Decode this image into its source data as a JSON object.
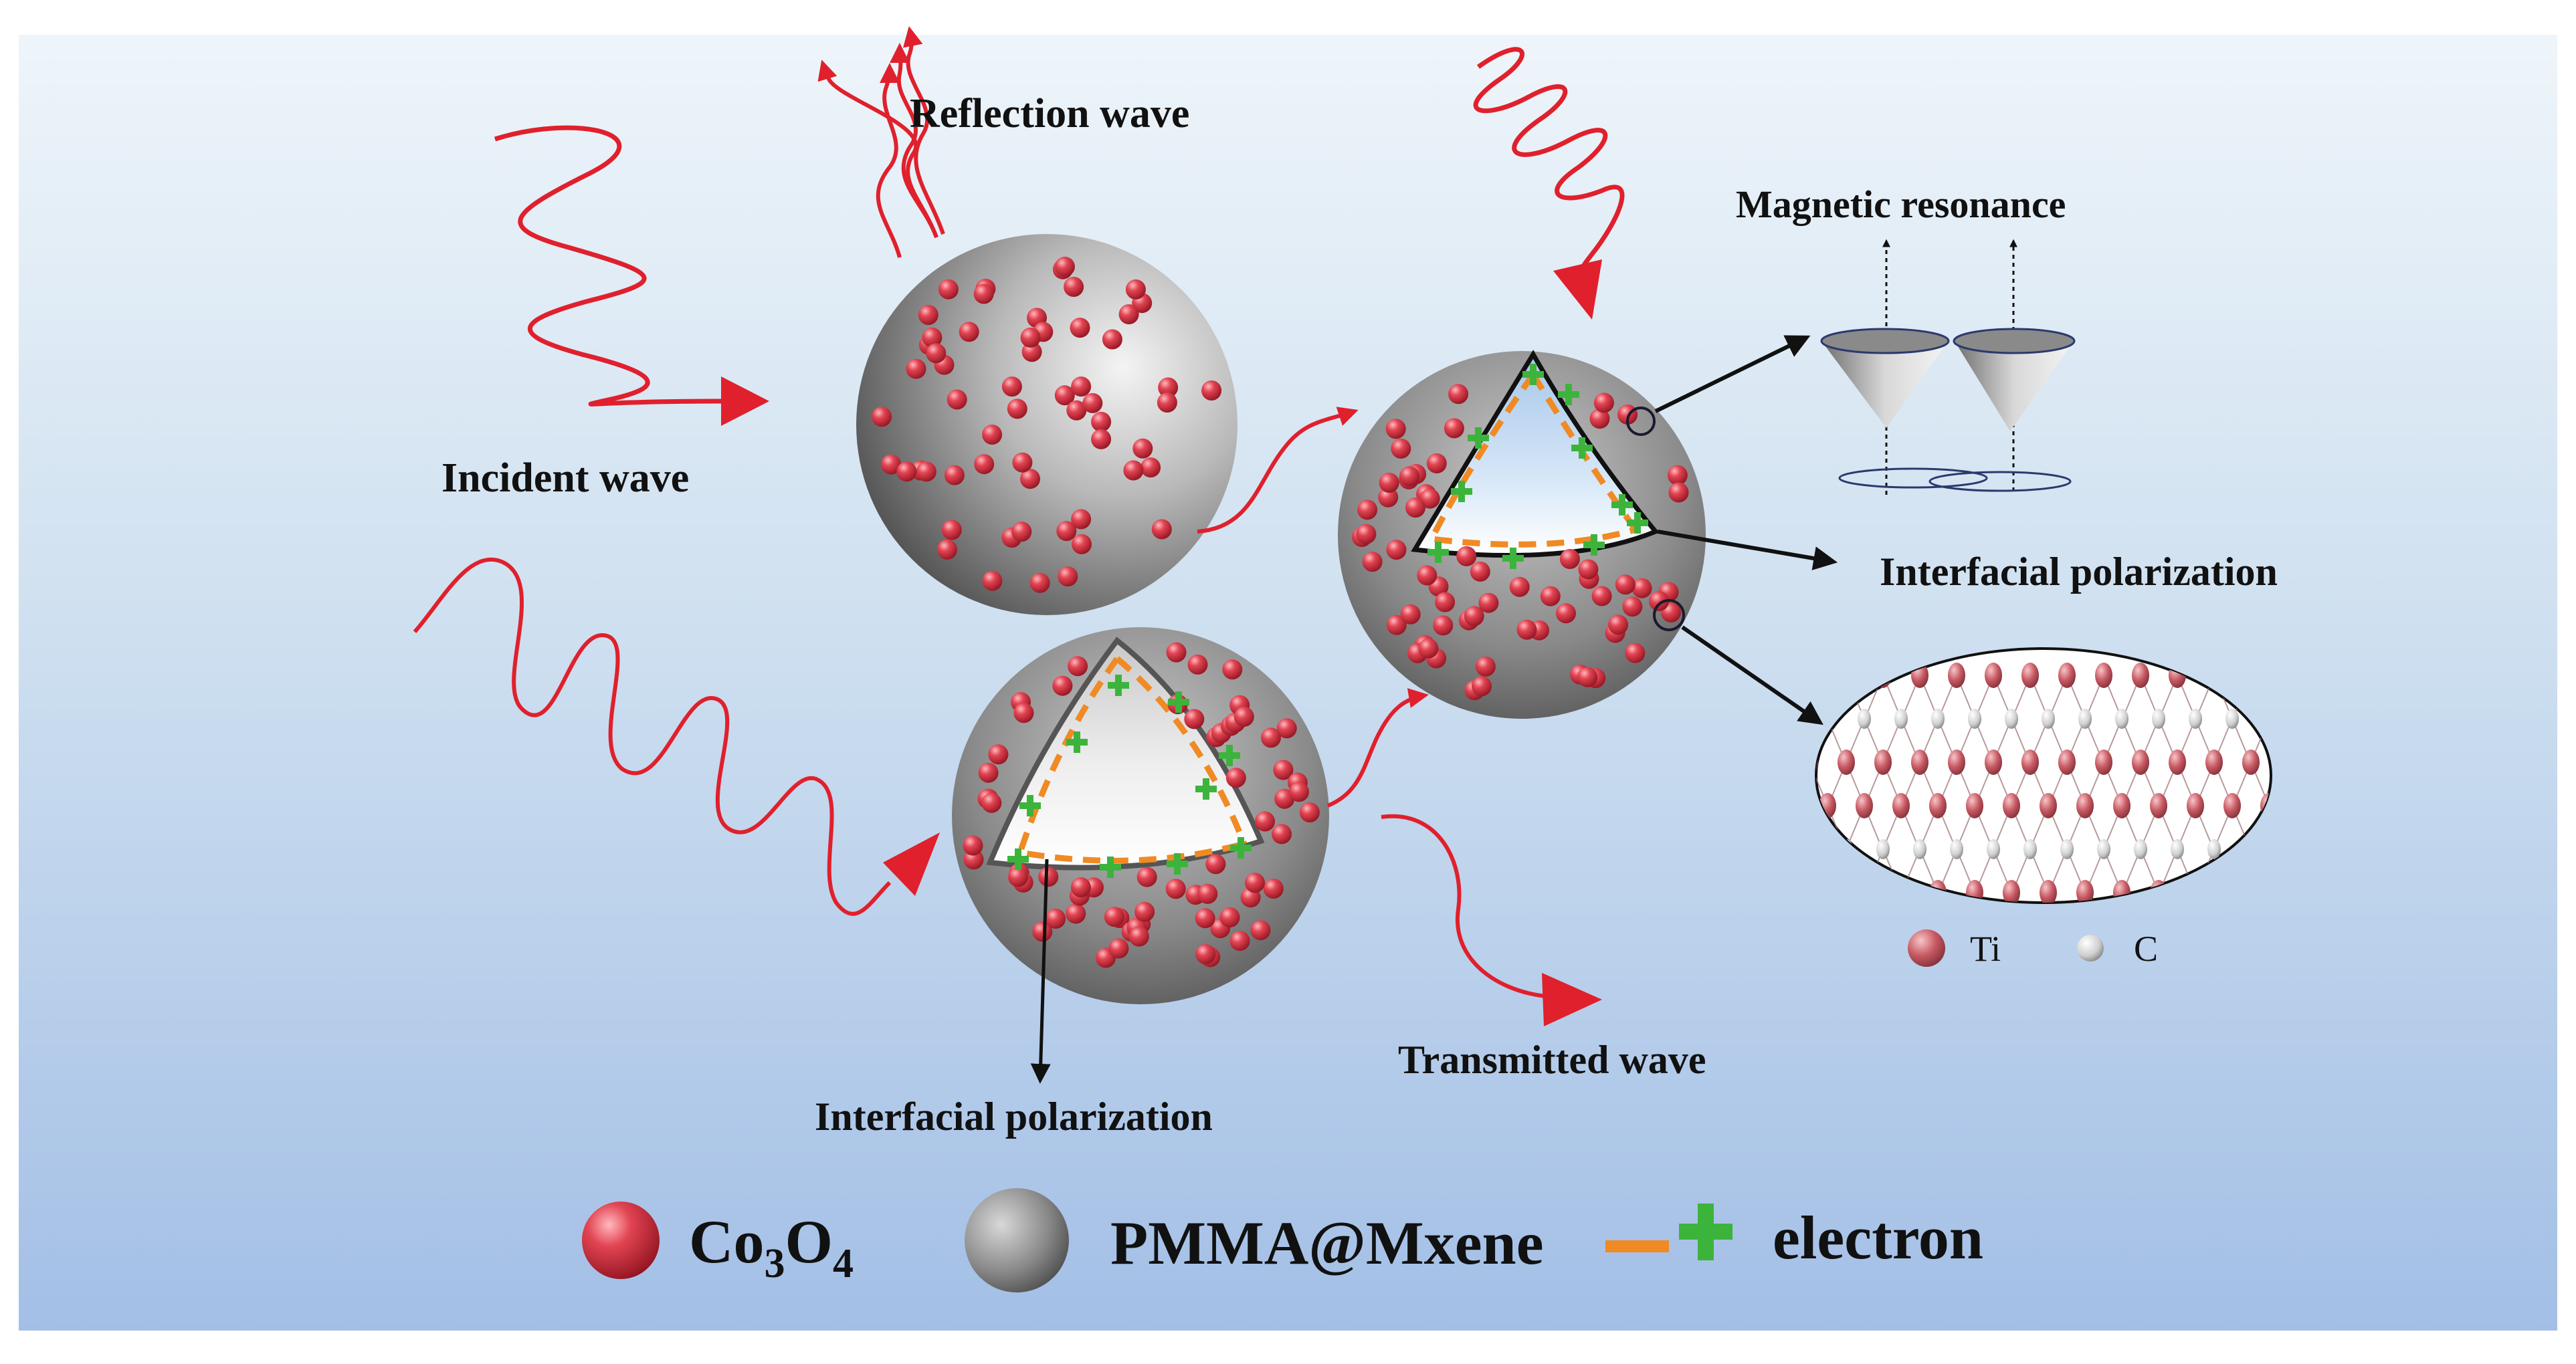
{
  "labels": {
    "reflection_wave": "Reflection wave",
    "incident_wave": "Incident wave",
    "magnetic_resonance": "Magnetic resonance",
    "interfacial_polarization_right": "Interfacial polarization",
    "interfacial_polarization_bottom": "Interfacial polarization",
    "transmitted_wave": "Transmitted wave"
  },
  "lattice_legend": {
    "ti": "Ti",
    "c": "C"
  },
  "legend": {
    "co3o4_main": "Co",
    "co3o4_sub1": "3",
    "co3o4_o": "O",
    "co3o4_sub2": "4",
    "pmma": "PMMA@Mxene",
    "electron": "electron"
  },
  "colors": {
    "wave": "#e0202c",
    "particle": "#d23040",
    "shell": "#7a7a7a",
    "interface_dash": "#f08a24",
    "plus_sign": "#3cb43c",
    "background_top": "#e9f2f8",
    "background_bottom": "#9fbde5"
  },
  "icons": {
    "co3o4": "red-sphere-icon",
    "pmma": "gray-sphere-icon",
    "electron": "dash-plus-icon"
  }
}
